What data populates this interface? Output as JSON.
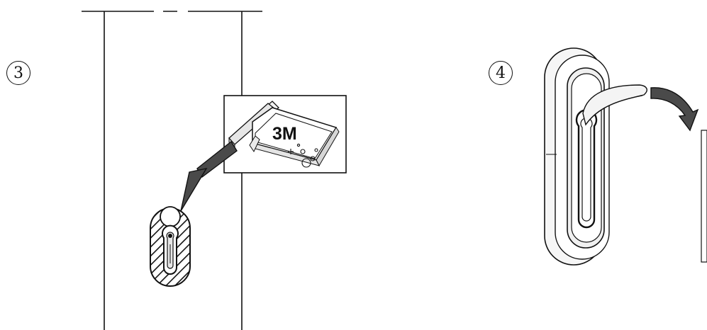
{
  "steps": [
    {
      "number": "3"
    },
    {
      "number": "4"
    }
  ],
  "inset": {
    "logo": "3M"
  },
  "icons": [
    "door-frame-icon",
    "cleaning-wipe-packet-icon",
    "pointing-arrow-icon",
    "hatched-escutcheon-icon",
    "cylinder-lock-icon",
    "escutcheon-rosette-icon",
    "peel-film-icon",
    "curved-arrow-icon"
  ],
  "colors": {
    "line": "#111111",
    "background": "#ffffff"
  }
}
